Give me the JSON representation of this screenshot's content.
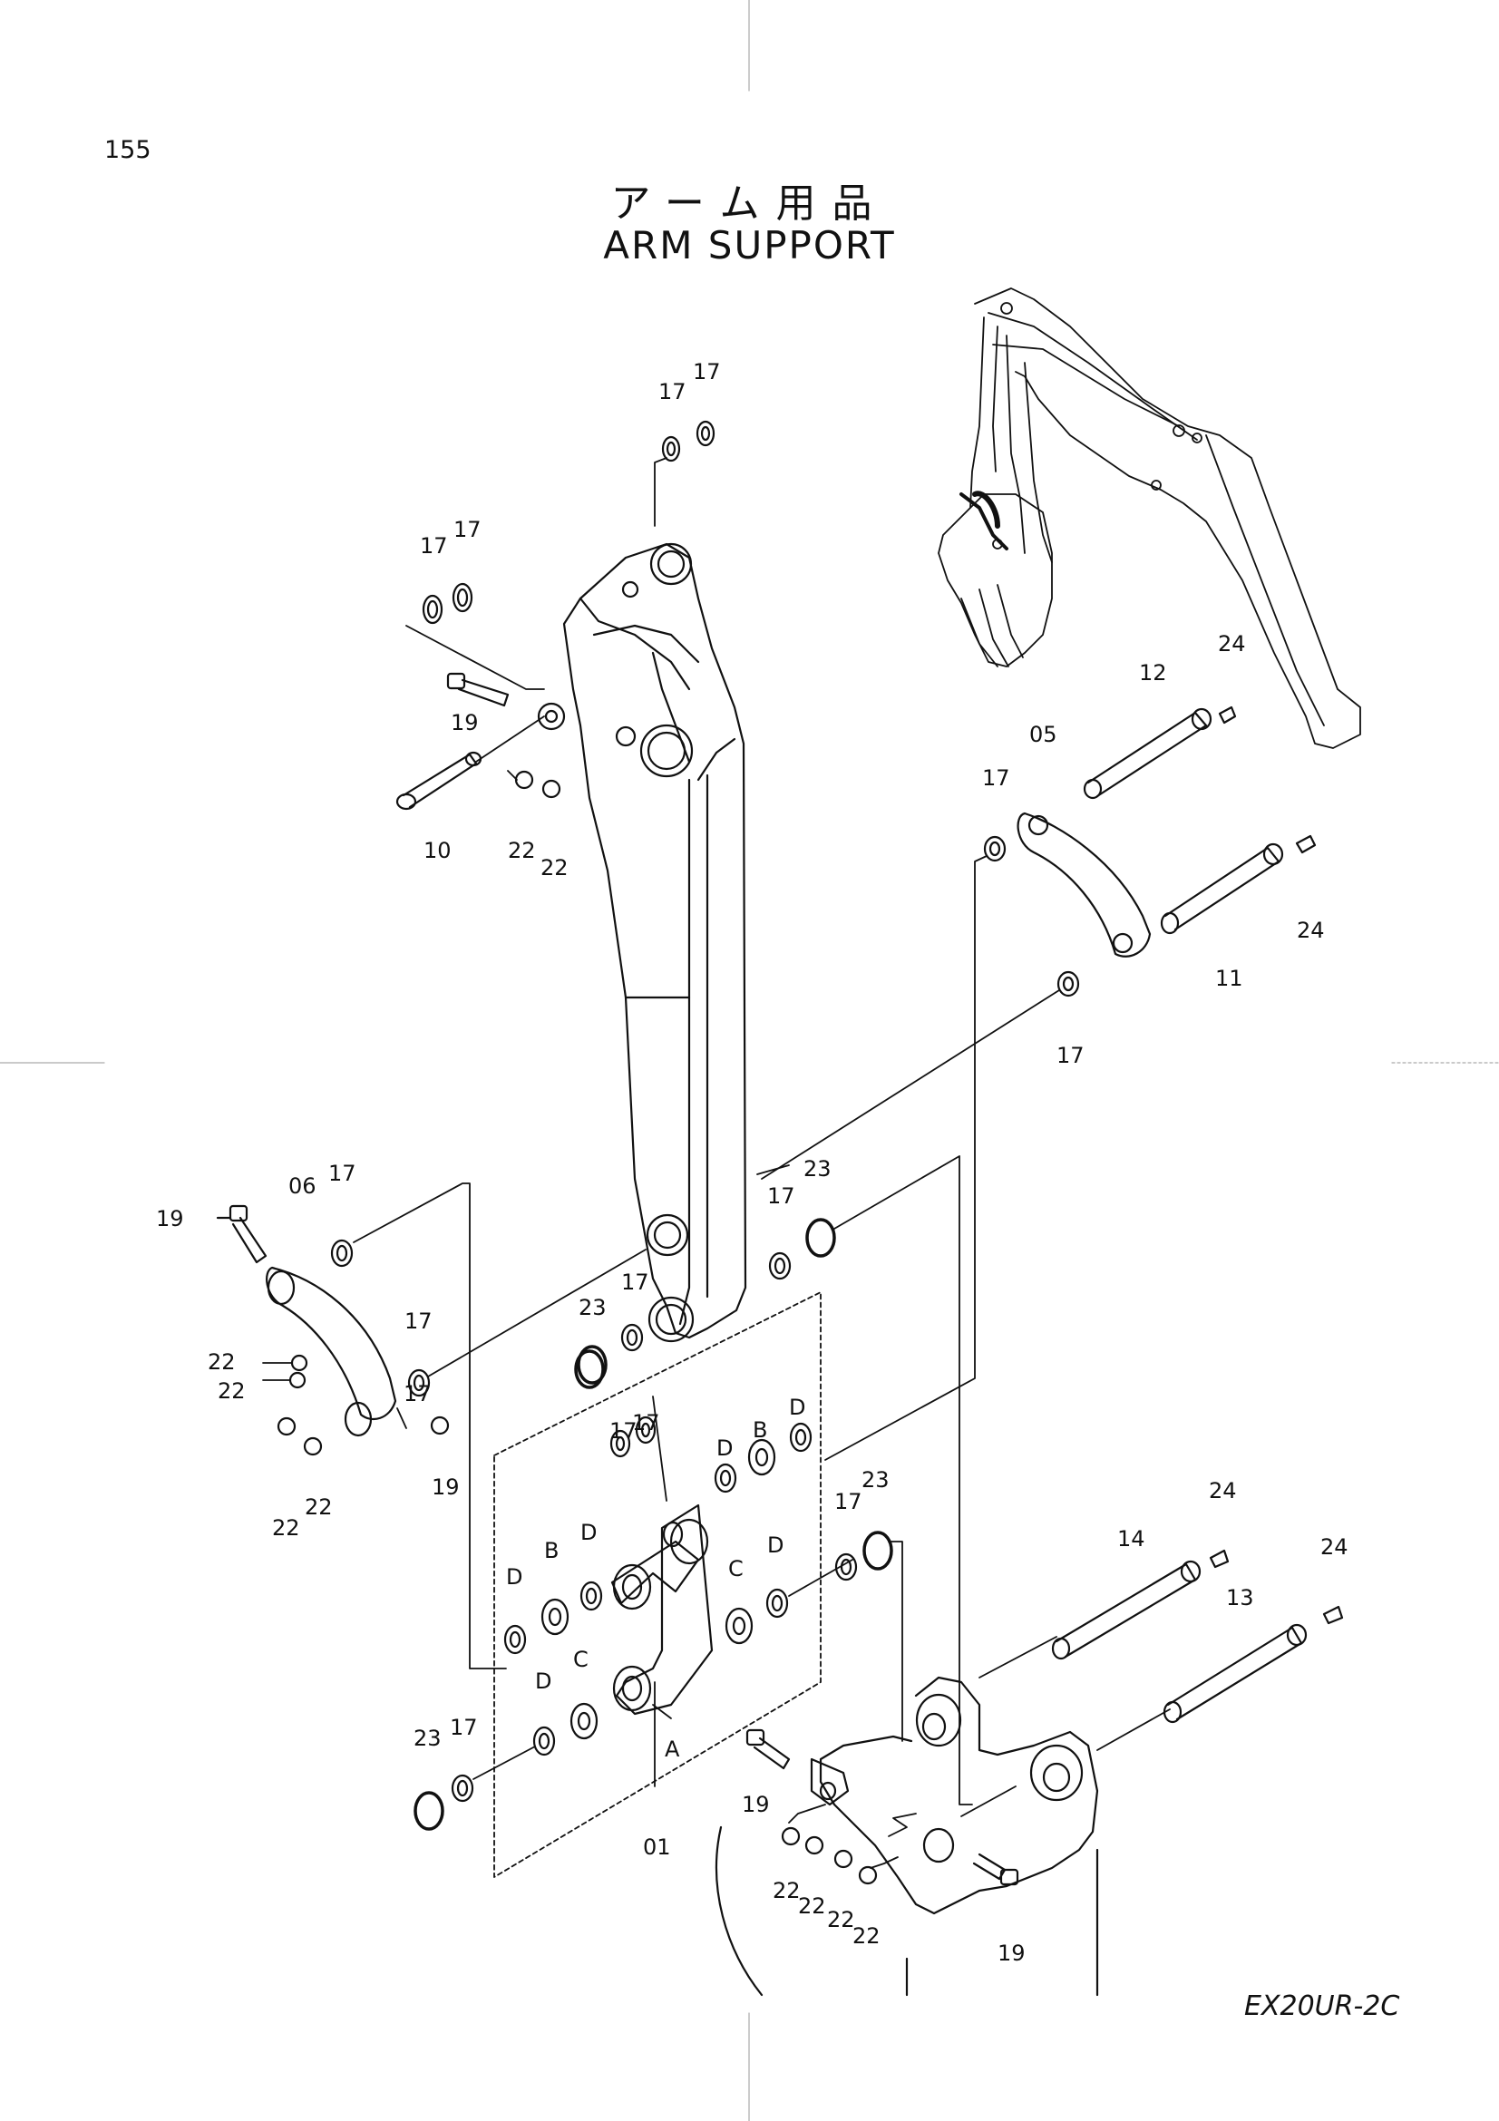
{
  "page_number": "155",
  "title_jp": "アーム用品",
  "title_en": "ARM SUPPORT",
  "model_code": "EX20UR-2C",
  "callouts": {
    "c17a": "17",
    "c17b": "17",
    "c17c": "17",
    "c17d": "17",
    "c19a": "19",
    "c10": "10",
    "c22a": "22",
    "c22b": "22",
    "c12": "12",
    "c24a": "24",
    "c05": "05",
    "c17e": "17",
    "c11": "11",
    "c24b": "24",
    "c17f": "17",
    "c23a": "23",
    "c17g": "17",
    "c17h": "17",
    "c23b": "23",
    "c17i": "17",
    "c06": "06",
    "c19b": "19",
    "c17j": "17",
    "c22c": "22",
    "c22d": "22",
    "c17k": "17",
    "c22e": "22",
    "c22f": "22",
    "c19c": "19",
    "c17l": "17",
    "c17m": "17",
    "cDa": "D",
    "cBa": "B",
    "cDb": "D",
    "cDc": "D",
    "cBb": "B",
    "cDd": "D",
    "cCa": "C",
    "cDe": "D",
    "c17n": "17",
    "c23c": "23",
    "c24c": "24",
    "c14": "14",
    "c24d": "24",
    "c13": "13",
    "cDf": "D",
    "cCb": "C",
    "c23d": "23",
    "c17o": "17",
    "cA": "A",
    "c19d": "19",
    "c01": "01",
    "c22g": "22",
    "c22h": "22",
    "c22i": "22",
    "c22j": "22",
    "c19e": "19"
  }
}
